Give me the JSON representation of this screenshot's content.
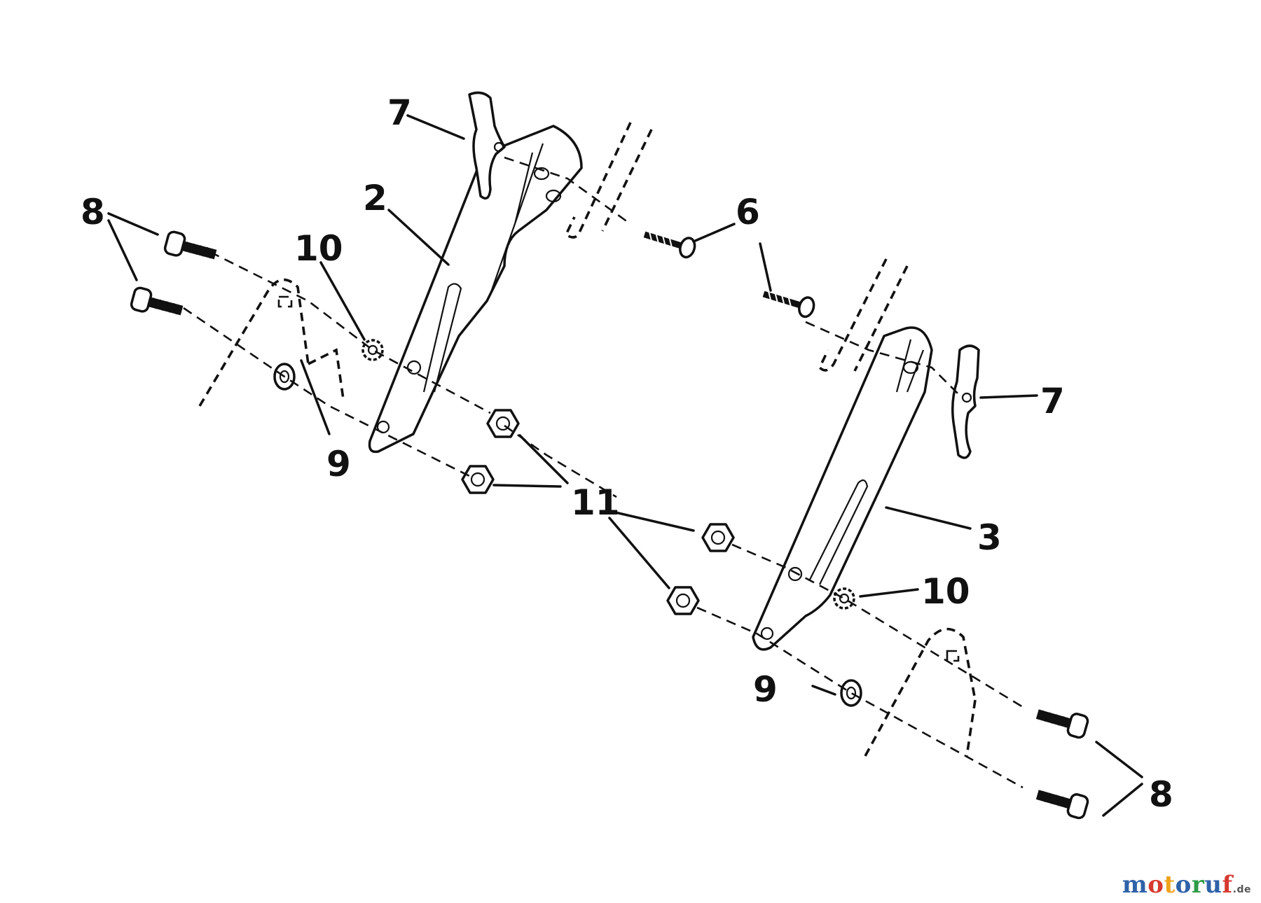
{
  "callouts": {
    "c1": "7",
    "c2": "2",
    "c3": "8",
    "c4": "10",
    "c5": "9",
    "c6": "11",
    "c7": "6",
    "c8": "7",
    "c9": "3",
    "c10": "10",
    "c11": "9",
    "c12": "8"
  },
  "watermark": {
    "letters": [
      "m",
      "o",
      "t",
      "o",
      "r",
      "u",
      "f"
    ],
    "colors": [
      "#2f62a8",
      "#d63a2f",
      "#f0a21b",
      "#2f62a8",
      "#2e9c47",
      "#2f62a8",
      "#d63a2f"
    ],
    "suffix": ".de"
  }
}
